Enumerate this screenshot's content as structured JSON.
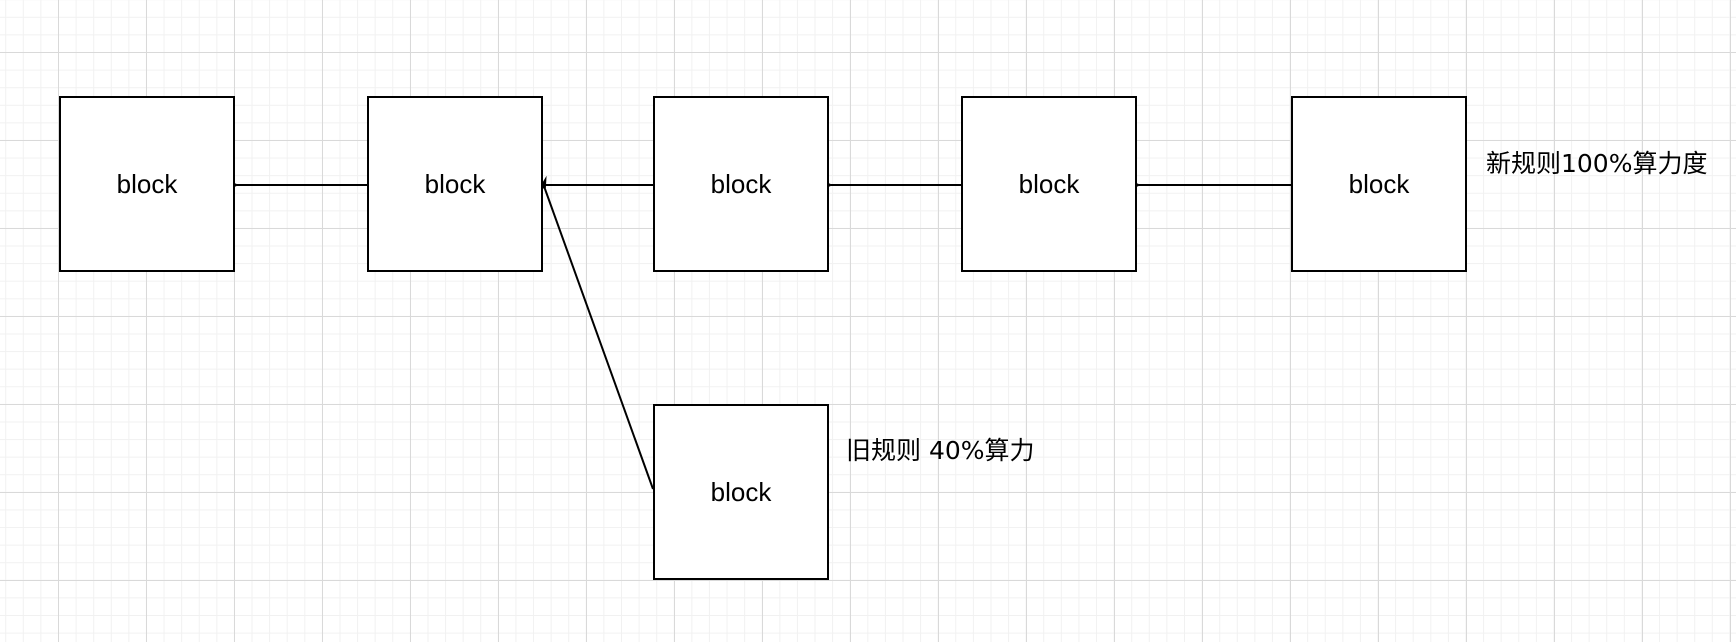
{
  "diagram": {
    "blocks": [
      {
        "id": "b1",
        "label": "block"
      },
      {
        "id": "b2",
        "label": "block"
      },
      {
        "id": "b3",
        "label": "block"
      },
      {
        "id": "b4",
        "label": "block"
      },
      {
        "id": "b5",
        "label": "block"
      },
      {
        "id": "b6",
        "label": "block"
      }
    ],
    "annotations": {
      "new_rule": "新规则100%算力度",
      "old_rule": "旧规则 40%算力"
    },
    "arrows": [
      {
        "from": "b2",
        "to": "b1"
      },
      {
        "from": "b3",
        "to": "b2"
      },
      {
        "from": "b4",
        "to": "b3"
      },
      {
        "from": "b5",
        "to": "b4"
      },
      {
        "from": "b6",
        "to": "b2"
      }
    ],
    "colors": {
      "stroke": "#000000",
      "grid_major": "#d9d9d9",
      "grid_minor": "#f1f1f1",
      "background": "#ffffff"
    }
  }
}
